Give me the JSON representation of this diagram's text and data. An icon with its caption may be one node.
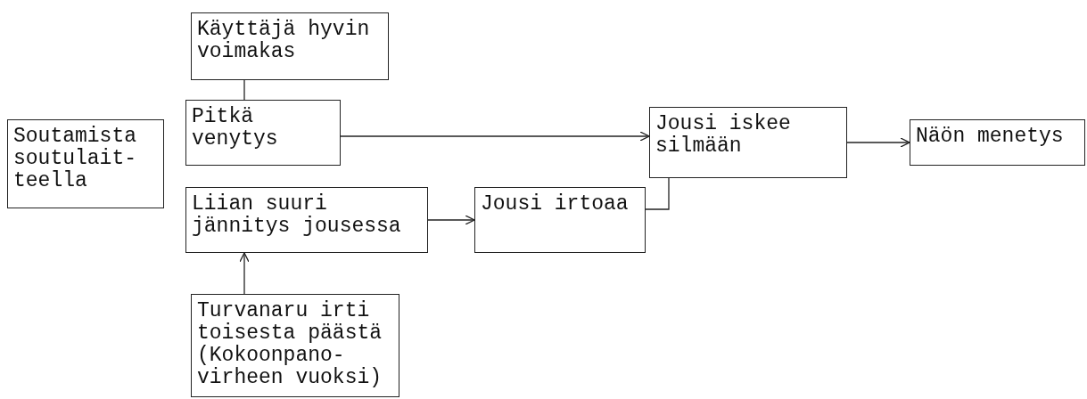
{
  "diagram": {
    "nodes": [
      {
        "text": [
          "Soutamista soutulait- teella"
        ]
      },
      {
        "text": [
          "Käyttäjä hyvin voimakas"
        ]
      },
      {
        "text": [
          "Pitkä venytys"
        ]
      },
      {
        "text": [
          "Liian suuri jännitys jousessa"
        ]
      },
      {
        "text": [
          "Turvanaru irti toisesta päästä (Kokoonpano- virheen vuoksi)"
        ]
      },
      {
        "text": [
          "Jousi irtoaa"
        ]
      },
      {
        "text": [
          "Jousi iskee silmään"
        ]
      },
      {
        "text": [
          "Näön menetys"
        ]
      }
    ],
    "edges": [
      {
        "from": 1,
        "to": 2,
        "arrow": "none"
      },
      {
        "from": 2,
        "to": 6,
        "arrow": "to"
      },
      {
        "from": 3,
        "to": 5,
        "arrow": "to"
      },
      {
        "from": 5,
        "to": 6,
        "arrow": "none"
      },
      {
        "from": 6,
        "to": 7,
        "arrow": "to"
      },
      {
        "from": 4,
        "to": 3,
        "arrow": "to"
      }
    ]
  }
}
